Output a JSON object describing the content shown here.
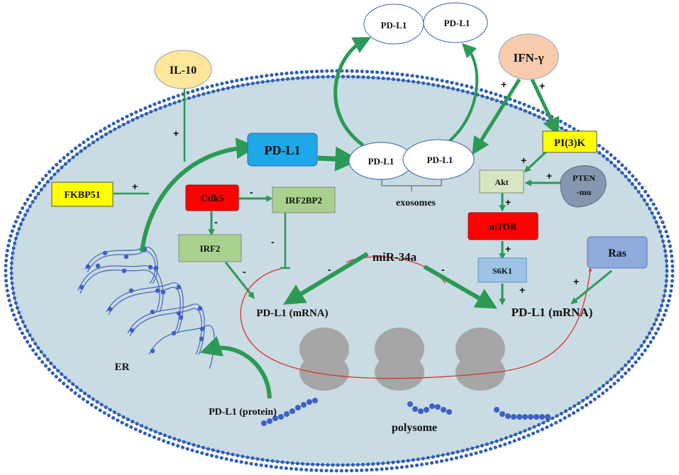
{
  "nodes": {
    "il10": "IL-10",
    "ifng": "IFN-γ",
    "pdl1_top_left": "PD-L1",
    "pdl1_top_right": "PD-L1",
    "pdl1_exo_left": "PD-L1",
    "pdl1_exo_right": "PD-L1",
    "exosomes": "exosomes",
    "pdl1_membrane": "PD-L1",
    "fkbp51": "FKBP51",
    "cdk5": "Cdk5",
    "irf2bp2": "IRF2BP2",
    "irf2": "IRF2",
    "pi3k": "PI(3)K",
    "akt": "Akt",
    "pten": "PTEN\n-mu",
    "pten_line1": "PTEN",
    "pten_line2": "-mu",
    "mtor": "mTOR",
    "s6k1": "S6K1",
    "ras": "Ras",
    "mir34a": "miR-34a",
    "mrna_left": "PD-L1 (mRNA)",
    "mrna_right": "PD-L1 (mRNA)",
    "er": "ER",
    "protein": "PD-L1 (protein)",
    "polysome": "polysome"
  },
  "signs": {
    "plus": "+",
    "minus": "-"
  },
  "colors": {
    "cell_fill": "#c9dbe3",
    "membrane_dot": "#2f5fb8",
    "arrow_green": "#2b9a55",
    "red_box": "#ff0000",
    "yellow_box": "#ffff00",
    "green_box": "#a9d18e",
    "blue_box": "#1ea8e8",
    "light_blue_box": "#9dc3e6",
    "il10_fill": "#ffe699",
    "ifng_fill": "#f8cbad",
    "pten_fill": "#8497b0",
    "ras_fill": "#8faadc",
    "mrna_line": "#e03030",
    "ribosome": "#a6a6a6",
    "bead": "#3e5ec8"
  }
}
